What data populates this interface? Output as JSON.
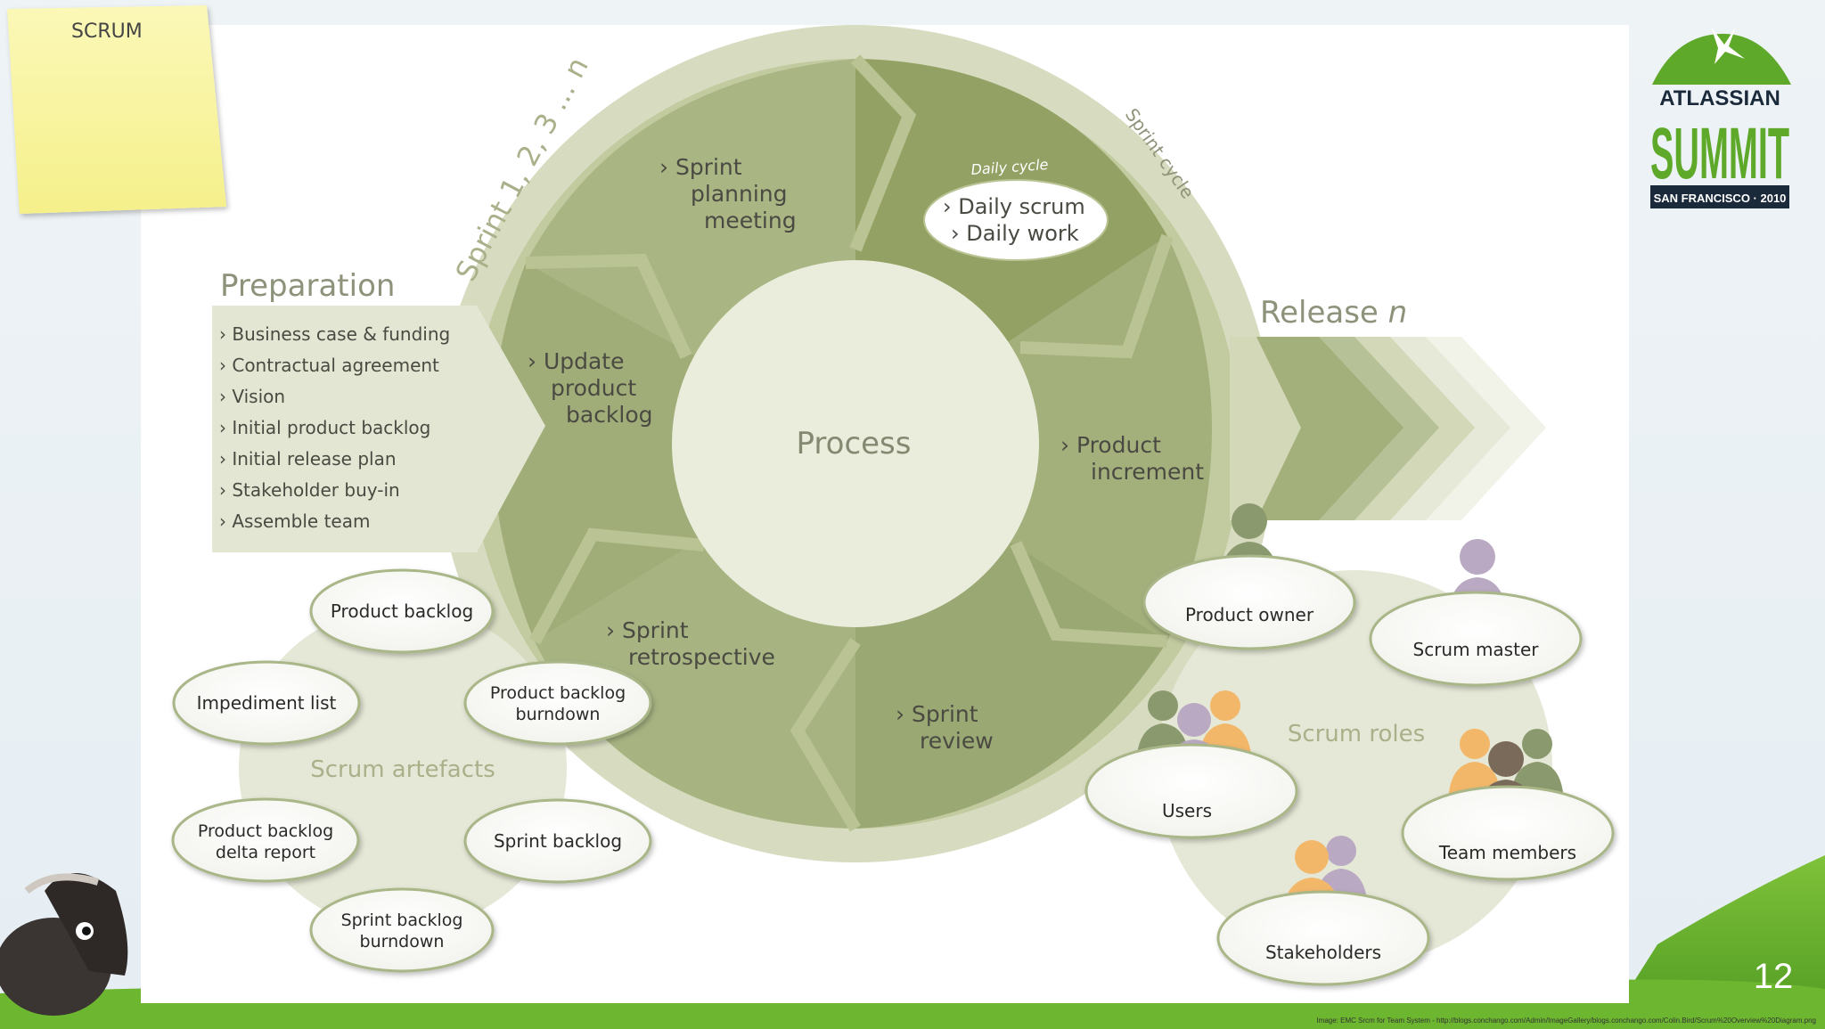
{
  "sticky_note": {
    "label": "SCRUM"
  },
  "logo": {
    "lines": [
      "ATLASSIAN",
      "SUMMIT",
      "SAN FRANCISCO · 2010"
    ]
  },
  "slide_number": "12",
  "credit": "Image: EMC Srcm for Team System - http://blogs.conchango.com/Admin/ImageGallery/blogs.conchango.com/Colin.Bird/Scrum%20Overview%20Diagram.png",
  "diagram": {
    "sprint_label": "Sprint 1, 2, 3 ... n",
    "sprint_cycle_label": "Sprint cycle",
    "daily_cycle_label": "Daily cycle",
    "daily_items": [
      "› Daily scrum",
      "› Daily work"
    ],
    "center_label": "Process",
    "steps": {
      "planning": [
        "› Sprint",
        "planning",
        "meeting"
      ],
      "update": [
        "› Update",
        "product",
        "backlog"
      ],
      "increment": [
        "› Product",
        "increment"
      ],
      "retrospective": [
        "› Sprint",
        "retrospective"
      ],
      "review": [
        "› Sprint",
        "review"
      ]
    },
    "preparation": {
      "title": "Preparation",
      "items": [
        "› Business case & funding",
        "› Contractual agreement",
        "› Vision",
        "› Initial product backlog",
        "› Initial release plan",
        "› Stakeholder buy-in",
        "› Assemble team"
      ]
    },
    "release": {
      "title": "Release",
      "suffix": "n"
    },
    "artefacts": {
      "label": "Scrum artefacts",
      "items": [
        [
          "Product backlog"
        ],
        [
          "Impediment list"
        ],
        [
          "Product backlog",
          "burndown"
        ],
        [
          "Product backlog",
          "delta report"
        ],
        [
          "Sprint backlog"
        ],
        [
          "Sprint backlog",
          "burndown"
        ]
      ]
    },
    "roles": {
      "label": "Scrum roles",
      "items": [
        "Product owner",
        "Scrum master",
        "Users",
        "Team members",
        "Stakeholders"
      ]
    }
  },
  "colors": {
    "dark_green": "#9aaa70",
    "mid_green": "#b3bf8e",
    "light_green": "#d7dcc0",
    "pale_green": "#e5e8d6",
    "text_gray": "#848a72"
  }
}
